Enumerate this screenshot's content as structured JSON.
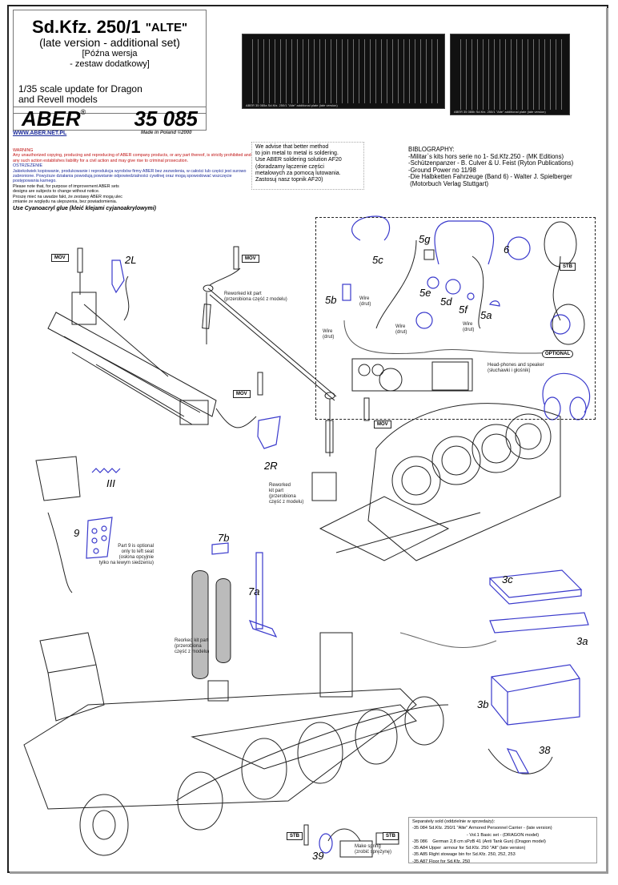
{
  "title": {
    "main": "Sd.Kfz. 250/1",
    "alte": "\"ALTE\"",
    "subtitle": "(late version - additional set)",
    "polish_line1": "[Późna wersja",
    "polish_line2": "- zestaw dodatkowy]",
    "scale_line1": "1/35 scale update for Dragon",
    "scale_line2": "and Revell models"
  },
  "brand": {
    "name": "ABER",
    "registered": "®",
    "product_number": "35 085",
    "url": "WWW.ABER.NET.PL",
    "made_in": "Made in Poland ©2000"
  },
  "etch_sheets": [
    {
      "label": "ABER  35 085a  Sd.Kfz. 250/1 \"Alte\" additional plate (late version)"
    },
    {
      "label": "ABER  35 085b  Sd.Kfz. 250/1 \"Alte\" additional plate (late version)"
    }
  ],
  "warning": {
    "heading": "WARNING",
    "text": "Any unauthorized copying, producing and reproducing of ABER company products, or any part thereof, is strictly prohibited and any such action establishes liability for a civil action and may give rise to criminal prosecution.",
    "heading_pl": "OSTRZEŻENIE",
    "text_pl": "Jakiekolwiek kopiowanie, produkowanie i reprodukcja wyrobów firmy ABER bez zezwolenia, w całości lub części jest surowo zabronione. Powyższe działania powodują powstanie odpowiedzialności cywilnej oraz mogą spowodować wszczęcie postępowania karnego.",
    "notice": "Please note that, for purpose of improvement ABER sets designs are subjects to change without notice.",
    "notice_pl": "Proszę mieć na uwadze fakt, że zestawy ABER mogą ulec zmianie ze względu na ulepszenia, bez powiadomienia.",
    "glue": "Use Cyanoacryl glue  (kleić klejami cyjanoakrylowymi)"
  },
  "solder_note": {
    "lines": [
      "We advise that better method",
      "to join metal to metal is soldering.",
      "Use ABER soldering solution AF20",
      "(doradzamy łączenie części",
      "metalowych za pomocą lutowania.",
      "Zastosuj nasz topnik AF20)"
    ]
  },
  "bibliography": {
    "heading": "BIBLOGRAPHY:",
    "items": [
      "-Militar`s kits hors serie no 1- Sd.Kfz.250 - (MK Editions)",
      "-Schützenpanzer - B. Culver & U. Feist (Ryton Publications)",
      "-Ground Power no 11/98",
      "-Die Halbketten Fahrzeuge (Band 6) - Walter J. Spielberger",
      " (Motorbuch Verlag Stuttgart)"
    ]
  },
  "tags": {
    "mov": "MOV",
    "stb": "STB",
    "optional": "OPTIONAL"
  },
  "part_labels": {
    "p2L": "2L",
    "p2R": "2R",
    "p5a": "5a",
    "p5b": "5b",
    "p5c": "5c",
    "p5d": "5d",
    "p5e": "5e",
    "p5f": "5f",
    "p5g": "5g",
    "p6": "6",
    "pIII": "III",
    "p9": "9",
    "p7a": "7a",
    "p7b": "7b",
    "p3a": "3a",
    "p3b": "3b",
    "p3c": "3c",
    "p38": "38",
    "p39": "39"
  },
  "notes": {
    "reworked1": [
      "Reworked kit part",
      "(przerobiona część z modelu)"
    ],
    "reworked2": [
      "Reworked",
      "kit part",
      "(przerobiona",
      "część z modelu)"
    ],
    "reworked3": [
      "Reorked kit part",
      "(przerobiona",
      "część z modelu)"
    ],
    "wire": [
      "Wire",
      "(drut)"
    ],
    "headphones": [
      "Head-phones and speaker",
      "(słuchawki i głośnik)"
    ],
    "part9": [
      "Part 9 is optional",
      "only to left seat",
      "(osłona opcyjnie",
      "tylko na lewym siedzeniu)"
    ],
    "spring": [
      "Make spring",
      "(zrobić sprężynę)"
    ]
  },
  "separately_sold": {
    "heading": "Separately sold (oddzielnie w sprzedaży):",
    "items": [
      "-35 084 Sd.Kfz. 250/1 \"Alte\" Armored Personnel Carrier - (late version)",
      "- Vol.1 Basic set - (DRAGON model)",
      "-35 086    German 2,8 cm sPzB 41 (Anti Tank Gun) (Dragon model)",
      "-35 A84 Upper  armour for Sd.Kfz. 250 \"Alt\" (late version)",
      "-35 A85 Right stowage bin for Sd.Kfz. 250, 252, 253",
      "-35 A87 Floor for Sd.Kfz. 250"
    ]
  },
  "colors": {
    "part_blue": "#3a3acc",
    "warning_red": "#c01010",
    "warning_blue": "#1a2a9a"
  }
}
